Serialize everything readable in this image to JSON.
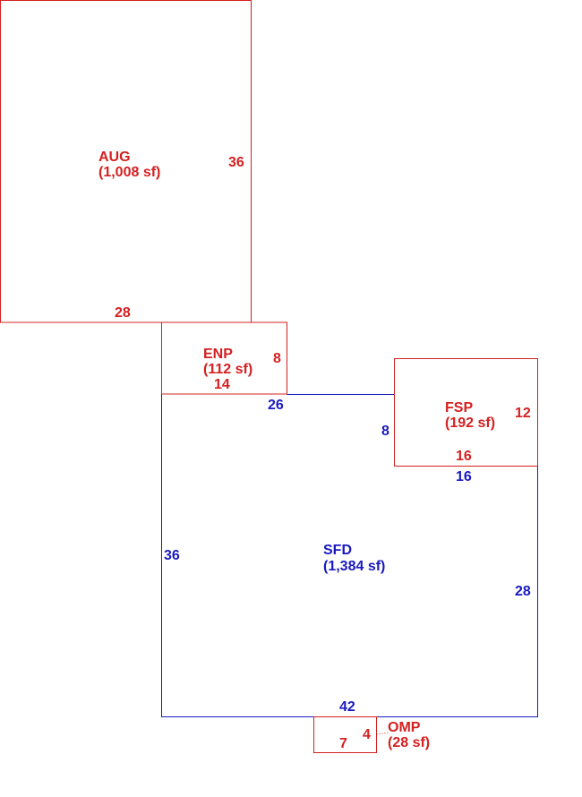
{
  "colors": {
    "red": "#d42020",
    "blue": "#1a1ac0"
  },
  "areas": {
    "aug": {
      "code": "AUG",
      "area": "(1,008 sf)",
      "dims": [
        "28",
        "36"
      ]
    },
    "enp": {
      "code": "ENP",
      "area": "(112 sf)",
      "dims": [
        "14",
        "8"
      ]
    },
    "fsp": {
      "code": "FSP",
      "area": "(192 sf)",
      "dims": [
        "16",
        "12"
      ]
    },
    "sfd": {
      "code": "SFD",
      "area": "(1,384 sf)",
      "dims": [
        "26",
        "8",
        "16",
        "28",
        "42",
        "36"
      ]
    },
    "omp": {
      "code": "OMP",
      "area": "(28 sf)",
      "dims": [
        "7",
        "4"
      ]
    }
  }
}
